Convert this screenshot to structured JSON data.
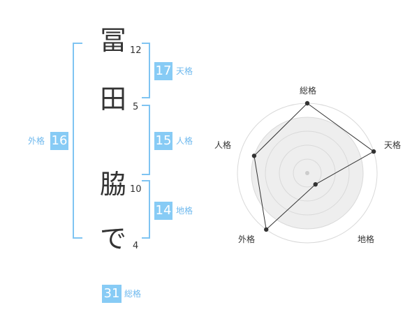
{
  "characters": [
    {
      "char": "冨",
      "strokes": "12"
    },
    {
      "char": "田",
      "strokes": "5"
    },
    {
      "char": "脇",
      "strokes": "10"
    },
    {
      "char": "で",
      "strokes": "4"
    }
  ],
  "scores": {
    "tenkaku": {
      "value": "17",
      "label": "天格"
    },
    "jinkaku": {
      "value": "15",
      "label": "人格"
    },
    "chikaku": {
      "value": "14",
      "label": "地格"
    },
    "gaikaku": {
      "value": "16",
      "label": "外格"
    },
    "soukaku": {
      "value": "31",
      "label": "総格"
    }
  },
  "chart_data": {
    "type": "radar",
    "axes": [
      "総格",
      "天格",
      "地格",
      "外格",
      "人格"
    ],
    "values": [
      1.0,
      1.0,
      0.2,
      1.0,
      0.8
    ],
    "rings": 5,
    "colors": {
      "fill": "#eeeeee",
      "ring": "#d9d9d9",
      "line": "#333333",
      "center": "#cccccc"
    }
  },
  "colors": {
    "accent": "#87cbf5",
    "bracket": "#7fc4f2"
  }
}
